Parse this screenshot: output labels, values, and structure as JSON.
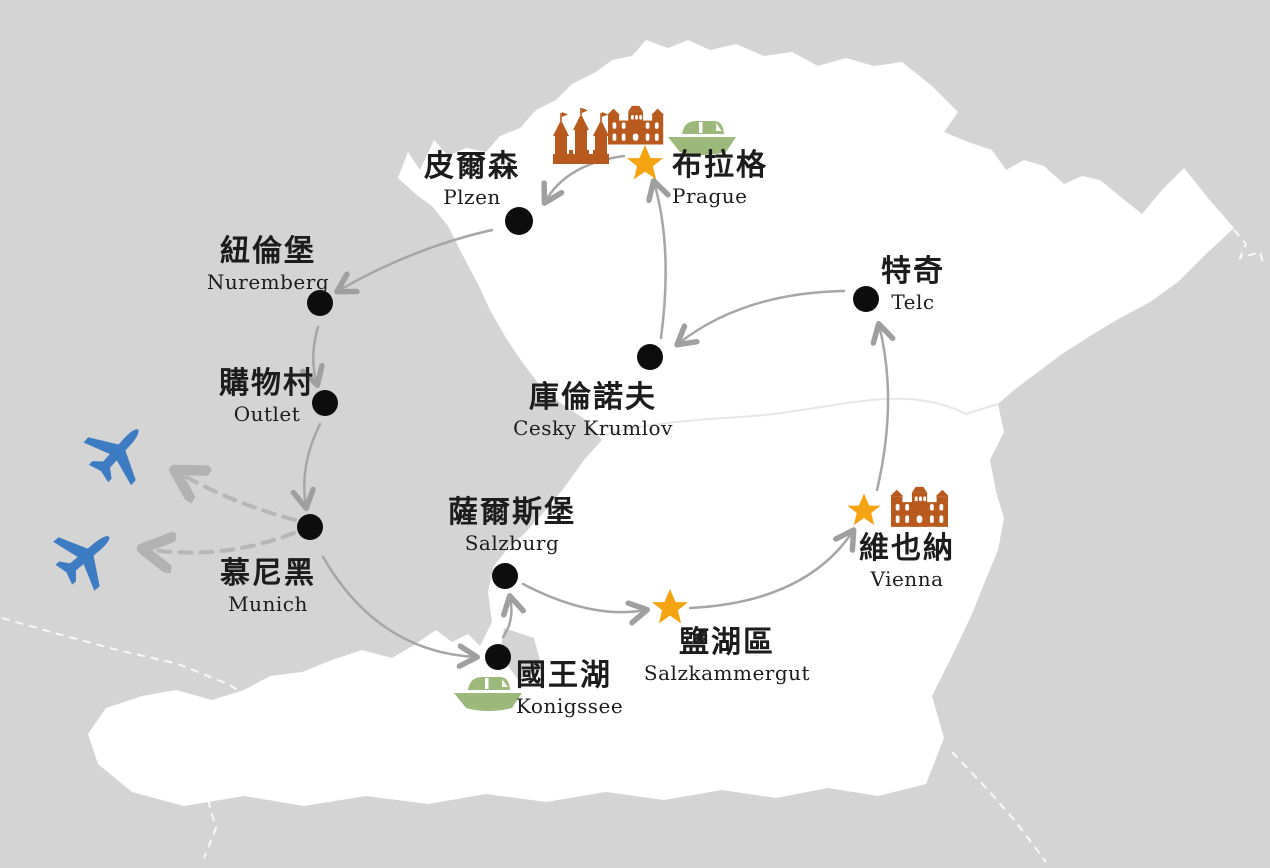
{
  "map": {
    "colors": {
      "background": "#d4d4d4",
      "land": "#ffffff",
      "route_line": "#a6a6a6",
      "flight_dashed_line": "#b6b6b6",
      "city_dot": "#0d0d0d",
      "star_marker": "#f3a410",
      "landmark_orange": "#b85a1d",
      "boat_green": "#9cb87a",
      "plane_blue": "#3d7cc2",
      "label_text": "#1c1c1c"
    },
    "cities": [
      {
        "id": "prague",
        "zh": "布拉格",
        "en": "Prague",
        "marker": "star"
      },
      {
        "id": "plzen",
        "zh": "皮爾森",
        "en": "Plzen",
        "marker": "dot"
      },
      {
        "id": "nuremberg",
        "zh": "紐倫堡",
        "en": "Nuremberg",
        "marker": "dot"
      },
      {
        "id": "outlet",
        "zh": "購物村",
        "en": "Outlet",
        "marker": "dot"
      },
      {
        "id": "munich",
        "zh": "慕尼黑",
        "en": "Munich",
        "marker": "dot"
      },
      {
        "id": "konigssee",
        "zh": "國王湖",
        "en": "Konigssee",
        "marker": "dot"
      },
      {
        "id": "salzburg",
        "zh": "薩爾斯堡",
        "en": "Salzburg",
        "marker": "dot"
      },
      {
        "id": "salzkammergut",
        "zh": "鹽湖區",
        "en": "Salzkammergut",
        "marker": "star"
      },
      {
        "id": "vienna",
        "zh": "維也納",
        "en": "Vienna",
        "marker": "star"
      },
      {
        "id": "telc",
        "zh": "特奇",
        "en": "Telc",
        "marker": "dot"
      },
      {
        "id": "cesky-krumlov",
        "zh": "庫倫諾夫",
        "en": "Cesky Krumlov",
        "marker": "dot"
      }
    ],
    "icons": [
      {
        "name": "castle-icon",
        "at": "prague"
      },
      {
        "name": "palace-icon",
        "at": "prague"
      },
      {
        "name": "boat-icon",
        "at": "prague"
      },
      {
        "name": "boat-icon",
        "at": "konigssee"
      },
      {
        "name": "palace-icon",
        "at": "vienna"
      },
      {
        "name": "airplane-icon",
        "at": "west-of-munich"
      },
      {
        "name": "airplane-icon",
        "at": "west-of-munich"
      }
    ],
    "route_legs": [
      {
        "from": "Prague",
        "to": "Plzen",
        "style": "solid-arrow"
      },
      {
        "from": "Plzen",
        "to": "Nuremberg",
        "style": "solid-arrow"
      },
      {
        "from": "Nuremberg",
        "to": "Outlet",
        "style": "solid-arrow"
      },
      {
        "from": "Outlet",
        "to": "Munich",
        "style": "solid-arrow"
      },
      {
        "from": "Munich",
        "to": "Konigssee",
        "style": "solid-arrow"
      },
      {
        "from": "Konigssee",
        "to": "Salzburg",
        "style": "solid-arrow"
      },
      {
        "from": "Salzburg",
        "to": "Salzkammergut",
        "style": "solid-arrow"
      },
      {
        "from": "Salzkammergut",
        "to": "Vienna",
        "style": "solid-arrow"
      },
      {
        "from": "Vienna",
        "to": "Telc",
        "style": "solid-arrow"
      },
      {
        "from": "Telc",
        "to": "Cesky Krumlov",
        "style": "solid-arrow"
      },
      {
        "from": "Cesky Krumlov",
        "to": "Prague",
        "style": "solid-arrow"
      },
      {
        "from": "Munich",
        "to": "airplane",
        "style": "dashed-arrow"
      },
      {
        "from": "Munich",
        "to": "airplane",
        "style": "dashed-arrow"
      }
    ]
  }
}
